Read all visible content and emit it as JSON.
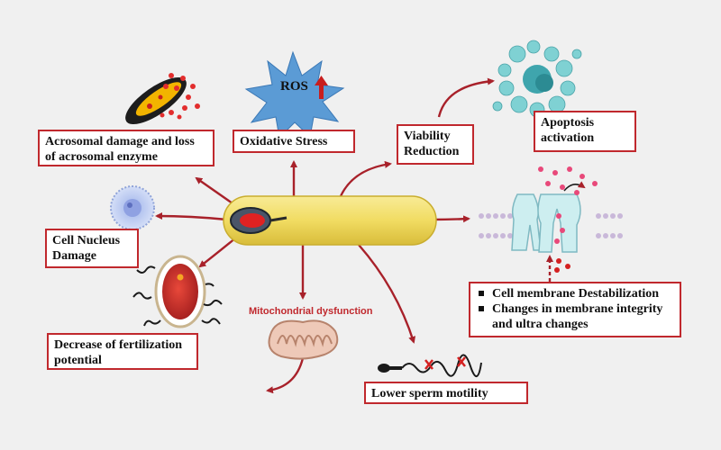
{
  "labels": {
    "acrosomal": [
      "Acrosomal damage and loss",
      "of acrosomal enzyme"
    ],
    "oxidative": "Oxidative Stress",
    "ros": "ROS",
    "viability": [
      "Viability",
      "Reduction"
    ],
    "apoptosis": [
      "Apoptosis",
      "activation"
    ],
    "nucleus": [
      "Cell Nucleus",
      "Damage"
    ],
    "fertilization": [
      "Decrease of fertilization",
      "potential"
    ],
    "mito": "Mitochondrial dysfunction",
    "motility": "Lower sperm motility",
    "membrane": [
      "Cell membrane Destabilization",
      "Changes in membrane integrity",
      "and ultra changes"
    ]
  },
  "colors": {
    "arrow": "#a8212a",
    "box_border": "#c0282d",
    "central_capsule": "#f3df6c",
    "ros_burst": "#5b9bd5",
    "background": "#f0f0f0"
  },
  "icons": [
    "sperm-head-icon",
    "ros-burst-icon",
    "up-arrow-icon",
    "acrosome-icon",
    "cell-nucleus-icon",
    "egg-cell-icon",
    "mitochondrion-icon",
    "sperm-icon",
    "apoptotic-cell-icon",
    "membrane-channel-icon"
  ]
}
